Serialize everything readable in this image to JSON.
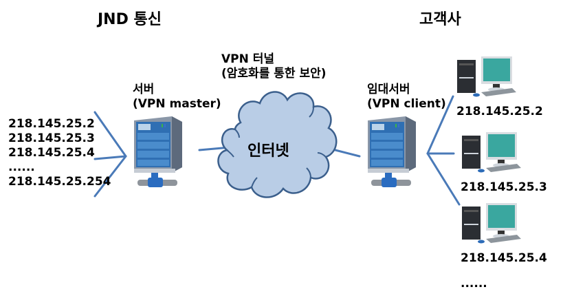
{
  "left_site": {
    "title": "JND 통신",
    "server_label_line1": "서버",
    "server_label_line2": "(VPN master)",
    "ip_list": [
      "218.145.25.2",
      "218.145.25.3",
      "218.145.25.4",
      "......",
      "218.145.25.254"
    ]
  },
  "tunnel": {
    "label_line1": "VPN 터널",
    "label_line2": "(암호화를 통한 보안)",
    "cloud_label": "인터넷"
  },
  "right_site": {
    "title": "고객사",
    "server_label_line1": "임대서버",
    "server_label_line2": "(VPN client)",
    "clients": [
      {
        "ip": "218.145.25.2"
      },
      {
        "ip": "218.145.25.3"
      },
      {
        "ip": "218.145.25.4"
      }
    ],
    "more": "......"
  },
  "colors": {
    "line": "#4a7ab8",
    "cloud_fill": "#b9cde6",
    "cloud_stroke": "#3b5f8c"
  }
}
